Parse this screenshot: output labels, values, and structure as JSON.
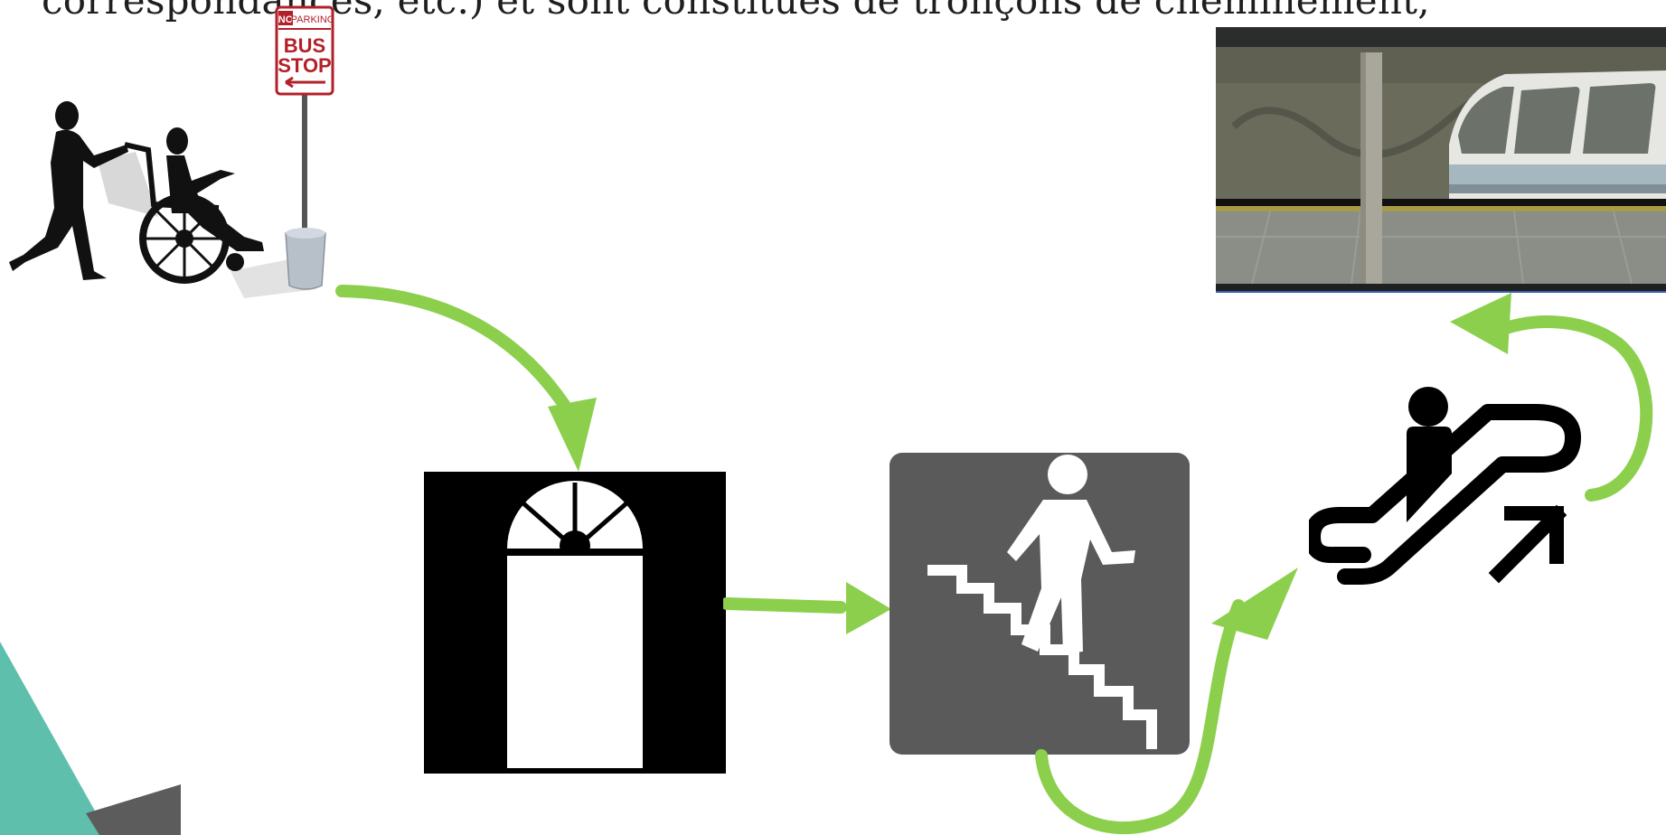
{
  "slide_text": {
    "top_line": "correspondances, etc.) et sont constitués de tronçons de cheminement,"
  },
  "bus_stop_sign": {
    "no_parking": "PARKING",
    "no_prefix": "NO",
    "line1": "BUS",
    "line2": "STOP"
  },
  "colors": {
    "arrow_green": "#8ccf4d",
    "stairs_bg": "#5a5a5a",
    "teal_accent": "#5fbfad",
    "gray_accent": "#5c5c5c",
    "sign_red": "#b3202a"
  },
  "icons": {
    "start": "wheelchair-bus-stop-icon",
    "door": "door-icon",
    "stairs": "stairs-down-icon",
    "escalator": "escalator-up-icon",
    "destination": "metro-platform-image"
  }
}
